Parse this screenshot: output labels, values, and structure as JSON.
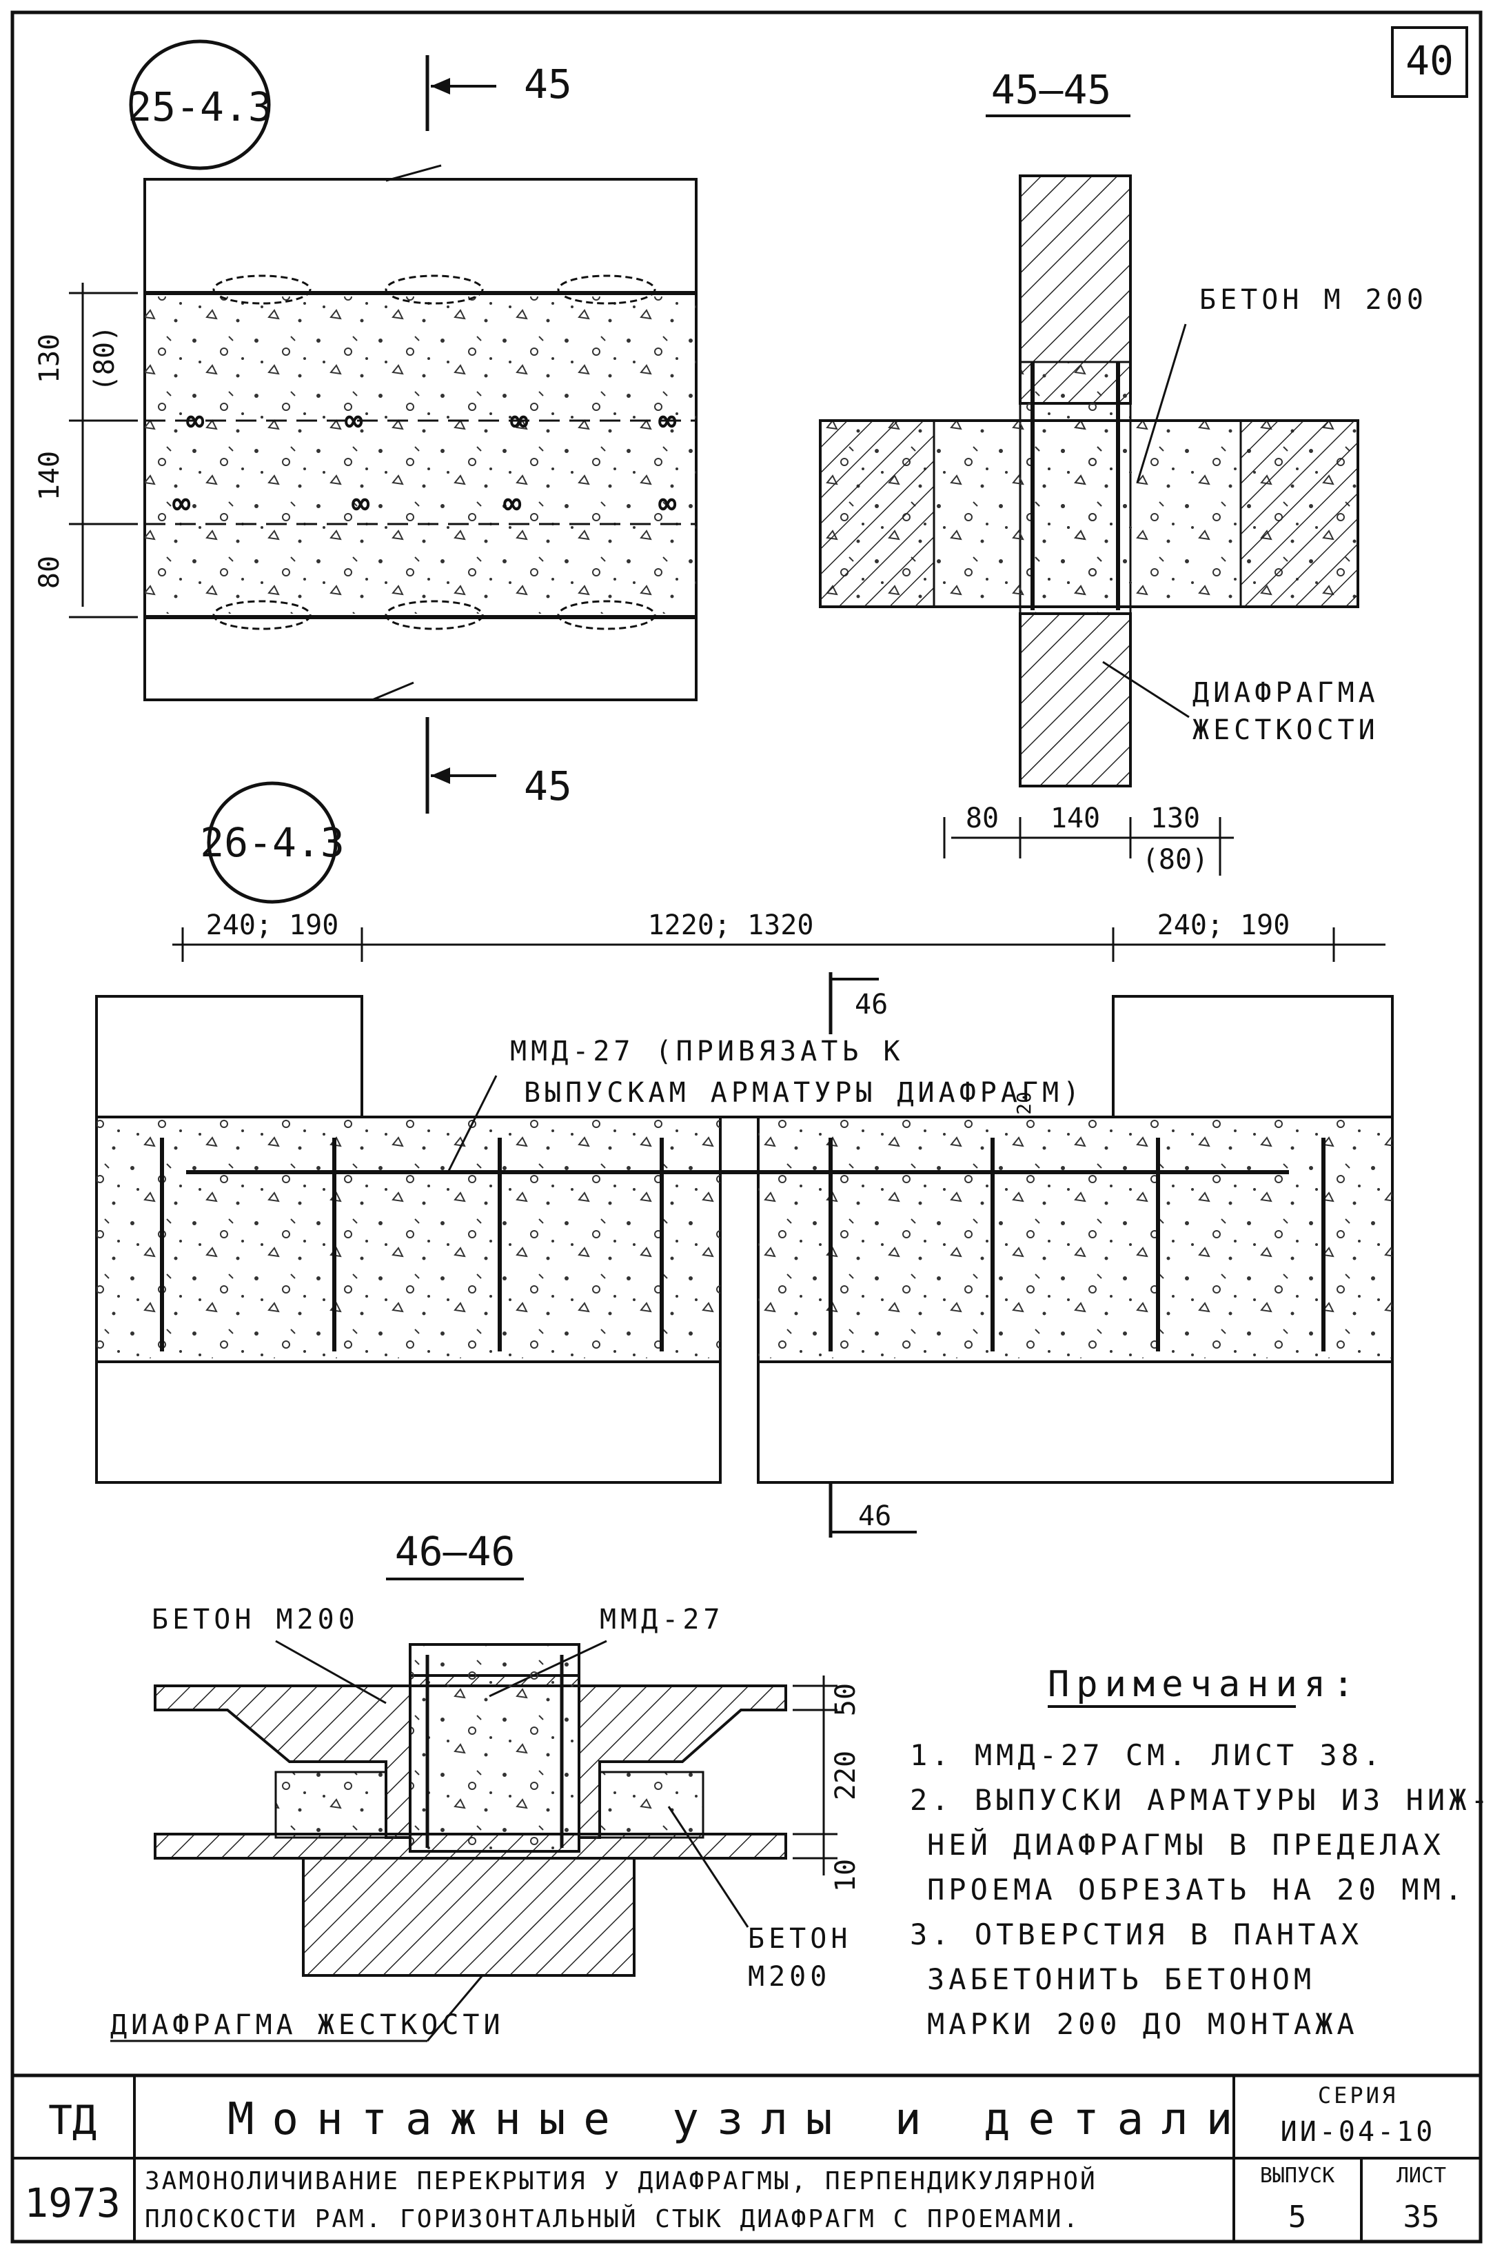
{
  "sheet_number": "40",
  "node_a": {
    "label": "25-4.3",
    "cut_label": "45",
    "dims": [
      "130",
      "(80)",
      "140",
      "80"
    ]
  },
  "section_45": {
    "title": "45—45",
    "concrete_label": "БЕТОН М 200",
    "diaphragm_label_1": "ДИАФРАГМА",
    "diaphragm_label_2": "ЖЕСТКОСТИ",
    "dims": [
      "80",
      "140",
      "130",
      "(80)"
    ]
  },
  "node_b": {
    "label": "26-4.3",
    "cut_label": "46",
    "dims": [
      "240; 190",
      "1220; 1320",
      "240; 190"
    ],
    "weld_label_1": "ММД-27 (ПРИВЯЗАТЬ К",
    "weld_label_2": "ВЫПУСКАМ АРМАТУРЫ ДИАФРАГМ)",
    "note_20": "20"
  },
  "section_46": {
    "title": "46—46",
    "concrete_label_left": "БЕТОН М200",
    "weld_label": "ММД-27",
    "concrete_label_right_1": "БЕТОН",
    "concrete_label_right_2": "М200",
    "diaphragm_label": "ДИАФРАГМА ЖЕСТКОСТИ",
    "dims": [
      "50",
      "220",
      "10"
    ]
  },
  "notes": {
    "heading": "Примечания:",
    "lines": [
      "1. ММД-27 СМ. ЛИСТ 38.",
      "2. ВЫПУСКИ АРМАТУРЫ ИЗ НИЖ-",
      "НЕЙ ДИАФРАГМЫ В ПРЕДЕЛАХ",
      "ПРОЕМА ОБРЕЗАТЬ НА 20 ММ.",
      "3. ОТВЕРСТИЯ В ПАНТАХ",
      "ЗАБЕТОНИТЬ БЕТОНОМ",
      "МАРКИ 200 ДО МОНТАЖА"
    ]
  },
  "title_block": {
    "code": "ТД",
    "year": "1973",
    "title": "Монтажные узлы и детали",
    "description_1": "ЗАМОНОЛИЧИВАНИЕ ПЕРЕКРЫТИЯ У ДИАФРАГМЫ, ПЕРПЕНДИКУЛЯРНОЙ",
    "description_2": "ПЛОСКОСТИ РАМ. ГОРИЗОНТАЛЬНЫЙ СТЫК ДИАФРАГМ С ПРОЕМАМИ.",
    "series_label": "СЕРИЯ",
    "series_value": "ИИ-04-10",
    "issue_label": "ВЫПУСК",
    "issue_value": "5",
    "sheet_label": "ЛИСТ",
    "sheet_value": "35"
  }
}
